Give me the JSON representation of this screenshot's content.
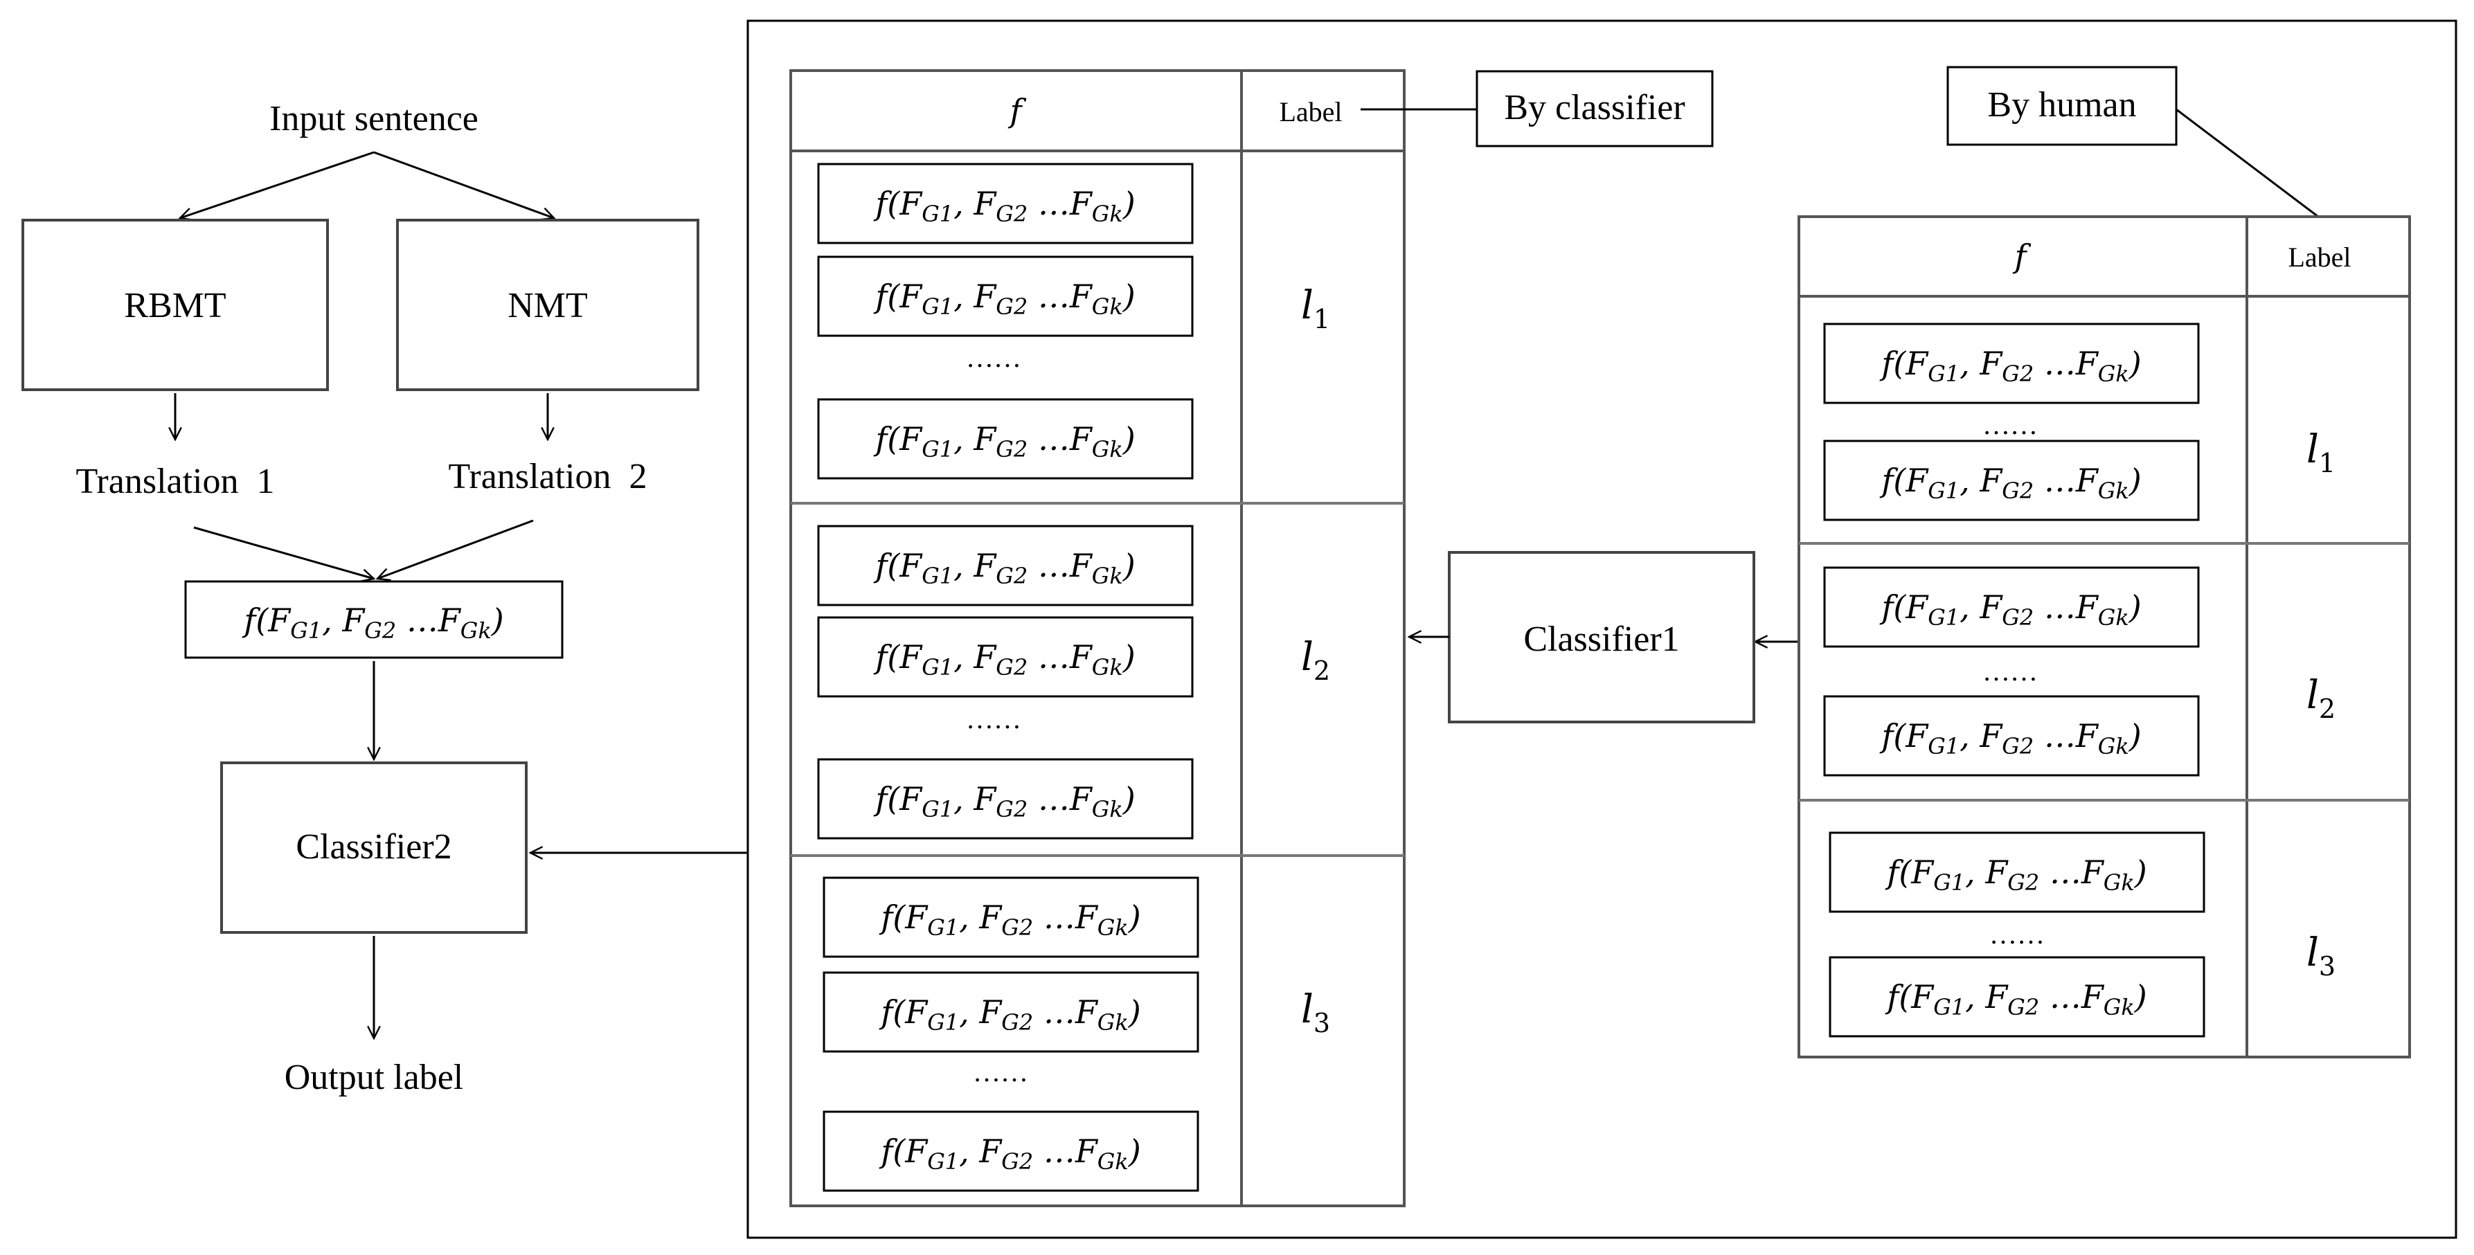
{
  "pipeline": {
    "input": "Input sentence",
    "rbmt": "RBMT",
    "nmt": "NMT",
    "translation1": "Translation  1",
    "translation2": "Translation  2",
    "feature": {
      "f": "f",
      "lp": "(",
      "rp": ")",
      "g1": "G1",
      "g2": "G2",
      "gk": "Gk",
      "sep1": ", ",
      "ellipsis": " …"
    },
    "classifier2": "Classifier2",
    "output": "Output label"
  },
  "table_classifier": {
    "header_f": "f",
    "header_label": "Label",
    "callout": "By classifier",
    "labels": [
      {
        "letter": "l",
        "sub": "1"
      },
      {
        "letter": "l",
        "sub": "2"
      },
      {
        "letter": "l",
        "sub": "3"
      }
    ],
    "dots": "……"
  },
  "table_human": {
    "header_f": "f",
    "header_label": "Label",
    "callout": "By human",
    "labels": [
      {
        "letter": "l",
        "sub": "1"
      },
      {
        "letter": "l",
        "sub": "2"
      },
      {
        "letter": "l",
        "sub": "3"
      }
    ],
    "dots": "……"
  },
  "classifier1": "Classifier1"
}
